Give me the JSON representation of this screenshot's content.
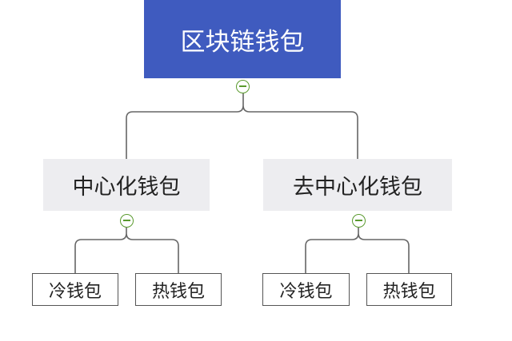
{
  "diagram": {
    "root": {
      "label": "区块链钱包"
    },
    "branches": [
      {
        "label": "中心化钱包",
        "children": [
          {
            "label": "冷钱包"
          },
          {
            "label": "热钱包"
          }
        ]
      },
      {
        "label": "去中心化钱包",
        "children": [
          {
            "label": "冷钱包"
          },
          {
            "label": "热钱包"
          }
        ]
      }
    ]
  },
  "colors": {
    "root_fill": "#3f5bbf",
    "root_text": "#ffffff",
    "branch_fill": "#ededf0",
    "leaf_border": "#555555",
    "connector": "#666666",
    "toggle_accent": "#5a9a2e"
  }
}
